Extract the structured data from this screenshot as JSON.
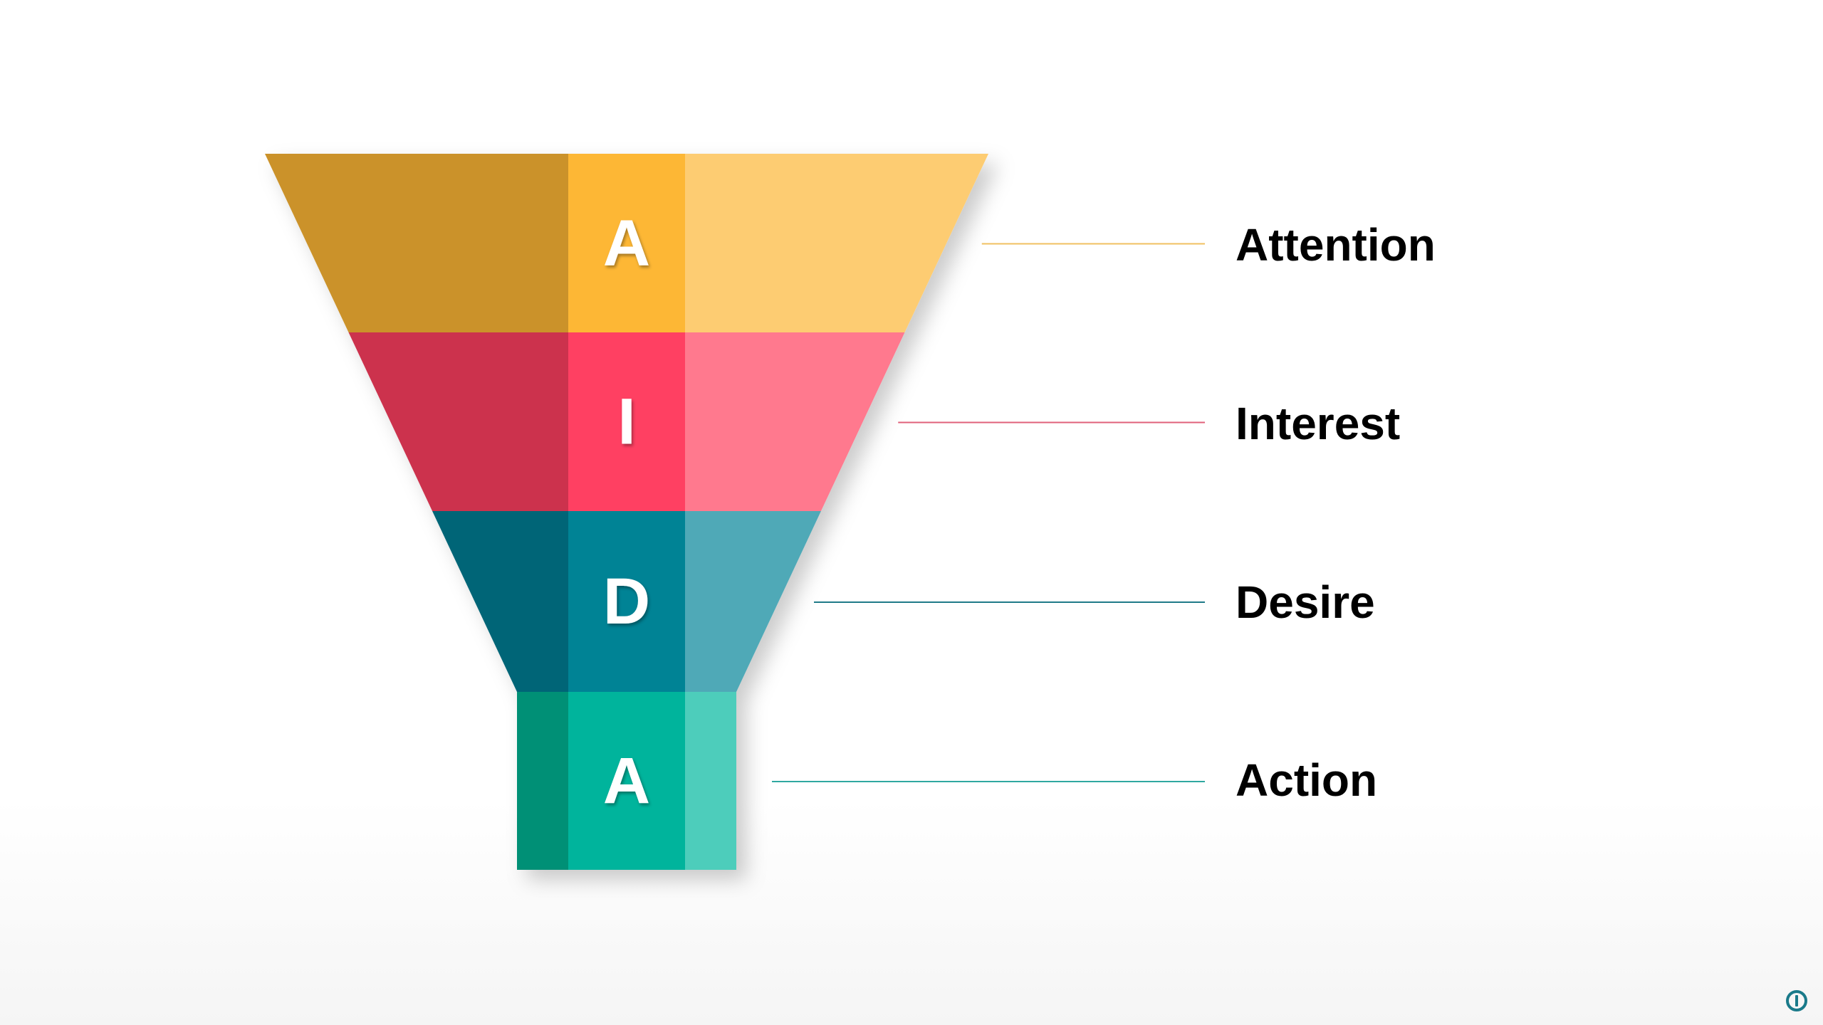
{
  "funnel": {
    "stages": [
      {
        "letter": "A",
        "label": "Attention",
        "colors": {
          "left": "#CB922B",
          "center": "#FDB734",
          "right": "#FDCC72",
          "line": "#F0C060"
        }
      },
      {
        "letter": "I",
        "label": "Interest",
        "colors": {
          "left": "#CC324D",
          "center": "#FF3F62",
          "right": "#FF798E",
          "line": "#E0607A"
        }
      },
      {
        "letter": "D",
        "label": "Desire",
        "colors": {
          "left": "#036577",
          "center": "#048395",
          "right": "#4FA9B7",
          "line": "#1F7A88"
        }
      },
      {
        "letter": "A",
        "label": "Action",
        "colors": {
          "left": "#049076",
          "center": "#03B49C",
          "right": "#4ECDBB",
          "line": "#2FA8A0"
        }
      }
    ]
  },
  "logo": {
    "icon": "brand-logo-icon",
    "color": "#1A7A8A"
  }
}
